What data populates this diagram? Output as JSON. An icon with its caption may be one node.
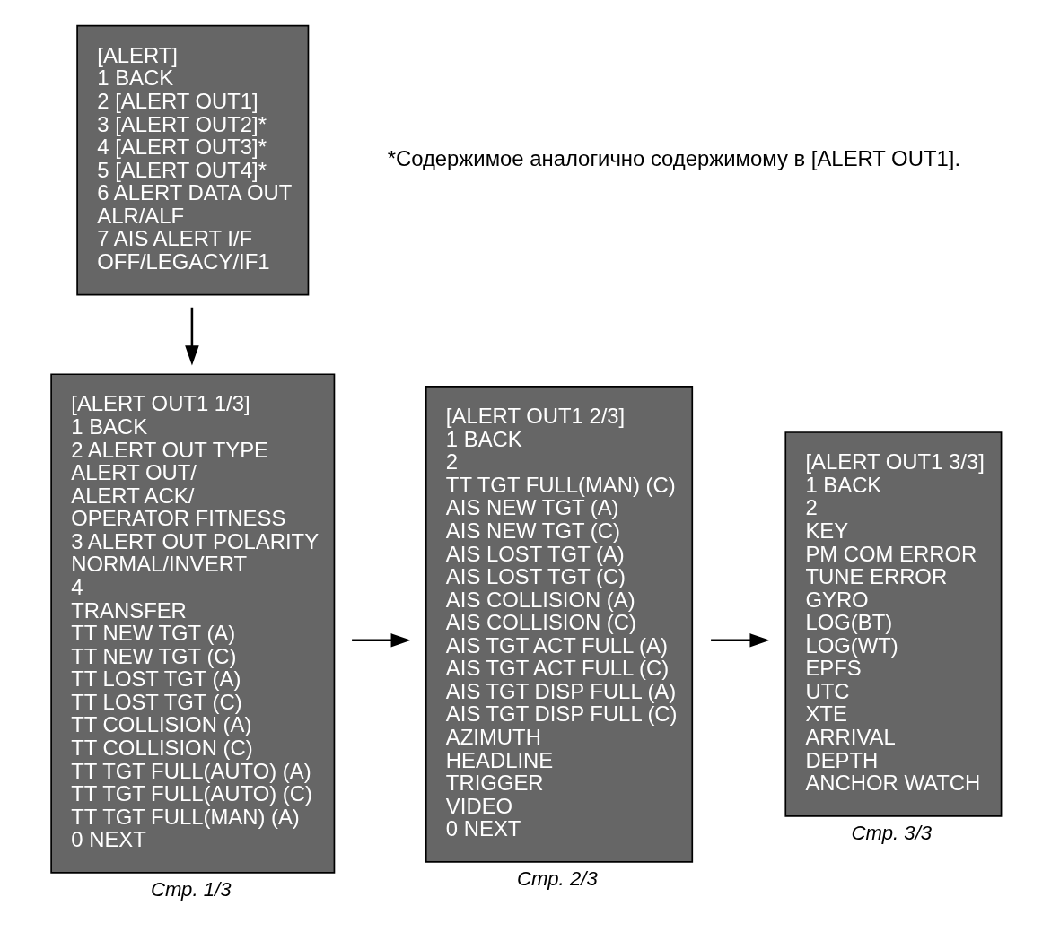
{
  "diagram": {
    "nodes": [
      {
        "text": [
          "[ALERT]",
          "1 BACK",
          "2 [ALERT OUT1]",
          "3 [ALERT OUT2]*",
          "4 [ALERT OUT3]*",
          "5 [ALERT OUT4]*",
          "6 ALERT DATA OUT",
          "ALR/ALF",
          "7 AIS ALERT I/F",
          "OFF/LEGACY/IF1"
        ]
      },
      {
        "text": [
          "[ALERT OUT1 1/3]",
          "1 BACK",
          "2 ALERT OUT TYPE",
          "ALERT OUT/",
          "ALERT ACK/",
          "OPERATOR FITNESS",
          "3 ALERT OUT POLARITY",
          "NORMAL/INVERT",
          "4",
          "TRANSFER",
          "TT NEW TGT (A)",
          "TT NEW TGT (C)",
          "TT LOST TGT (A)",
          "TT LOST TGT (C)",
          "TT COLLISION (A)",
          "TT COLLISION (C)",
          "TT TGT FULL(AUTO) (A)",
          "TT TGT FULL(AUTO) (C)",
          "TT TGT FULL(MAN) (A)",
          "0 NEXT"
        ],
        "beside": [
          "Стр. 1/3"
        ]
      },
      {
        "text": [
          "[ALERT OUT1 2/3]",
          "1 BACK",
          "2",
          "TT TGT FULL(MAN) (C)",
          "AIS NEW TGT (A)",
          "AIS NEW TGT (C)",
          "AIS LOST TGT (A)",
          "AIS LOST TGT (C)",
          "AIS COLLISION (A)",
          "AIS COLLISION (C)",
          "AIS TGT ACT FULL (A)",
          "AIS TGT ACT FULL (C)",
          "AIS TGT DISP FULL (A)",
          "AIS TGT DISP FULL (C)",
          "AZIMUTH",
          "HEADLINE",
          "TRIGGER",
          "VIDEO",
          "0 NEXT"
        ],
        "beside": [
          "Стр. 2/3"
        ]
      },
      {
        "text": [
          "[ALERT OUT1 3/3]",
          "1 BACK",
          "2",
          "KEY",
          "PM COM ERROR",
          "TUNE ERROR",
          "GYRO",
          "LOG(BT)",
          "LOG(WT)",
          "EPFS",
          "UTC",
          "XTE",
          "ARRIVAL",
          "DEPTH",
          "ANCHOR WATCH"
        ],
        "beside": [
          "Стр. 3/3"
        ]
      }
    ],
    "edges": [
      {
        "from": 0,
        "to": 1,
        "arrow": "to"
      },
      {
        "from": 1,
        "to": 2,
        "arrow": "to"
      },
      {
        "from": 2,
        "to": 3,
        "arrow": "to"
      }
    ],
    "labels": [
      "*Содержимое аналогично содержимому в [ALERT OUT1]."
    ]
  }
}
